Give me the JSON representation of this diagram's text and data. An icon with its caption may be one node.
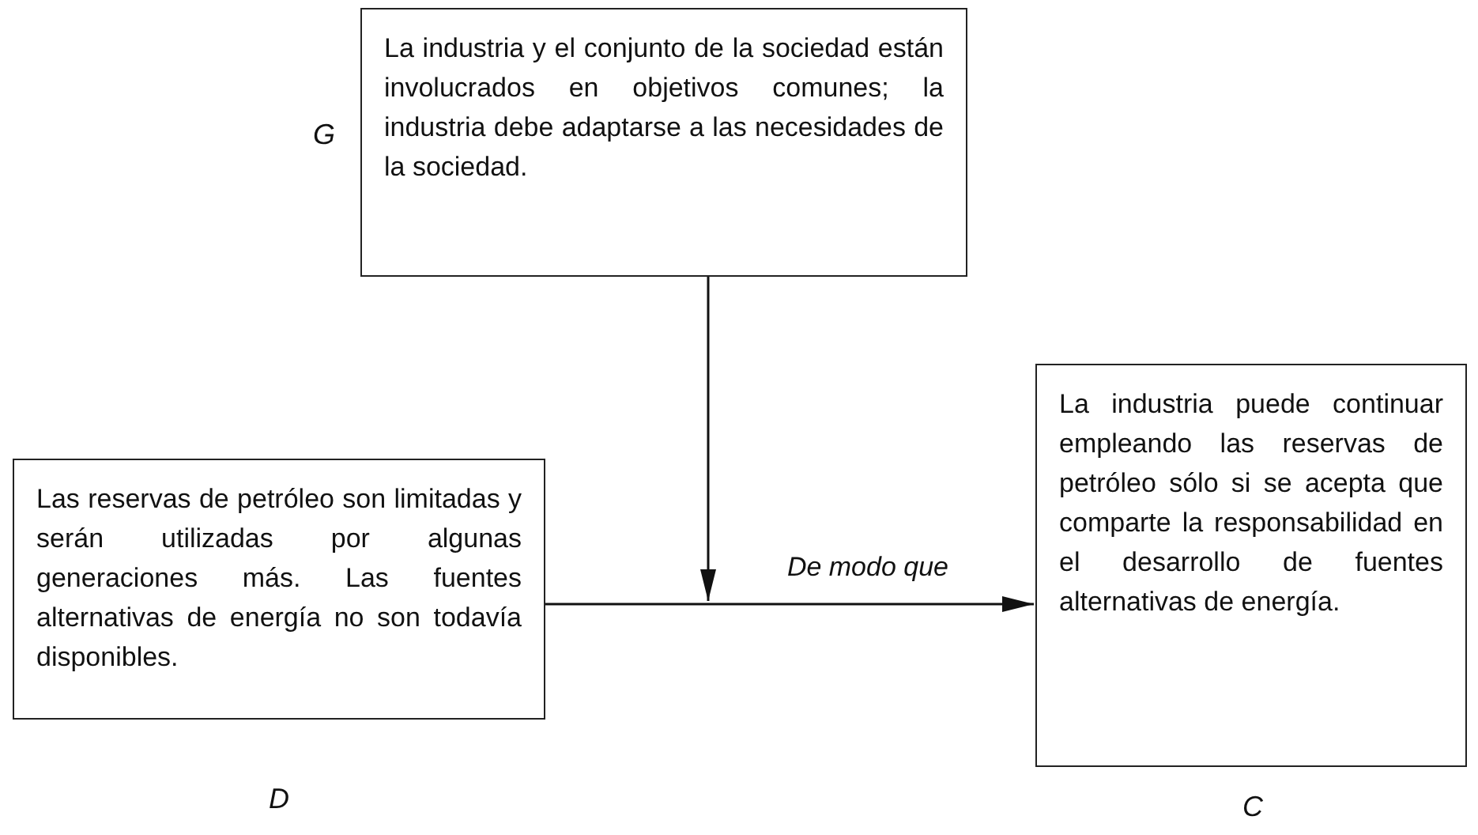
{
  "diagram": {
    "nodes": [
      {
        "text": [
          "La industria y el conjunto de la sociedad están involucrados en objetivos comunes; la industria debe adaptarse a las necesidades de la sociedad."
        ],
        "beside": [
          "G"
        ]
      },
      {
        "text": [
          "Las reservas de petróleo son limitadas y serán utilizadas por algunas generaciones más. Las fuentes alternativas de energía no son todavía disponibles."
        ],
        "beside": [
          "D"
        ]
      },
      {
        "text": [
          "La industria puede continuar empleando las reservas de petróleo sólo si se acepta que comparte la responsabilidad en el desarrollo de fuentes alternativas de energía."
        ],
        "beside": [
          "C"
        ]
      }
    ],
    "edges": [
      {
        "from": 0,
        "to": null,
        "arrow": "to"
      },
      {
        "from": 1,
        "to": 2,
        "arrow": "to",
        "label": "De modo que"
      }
    ]
  }
}
